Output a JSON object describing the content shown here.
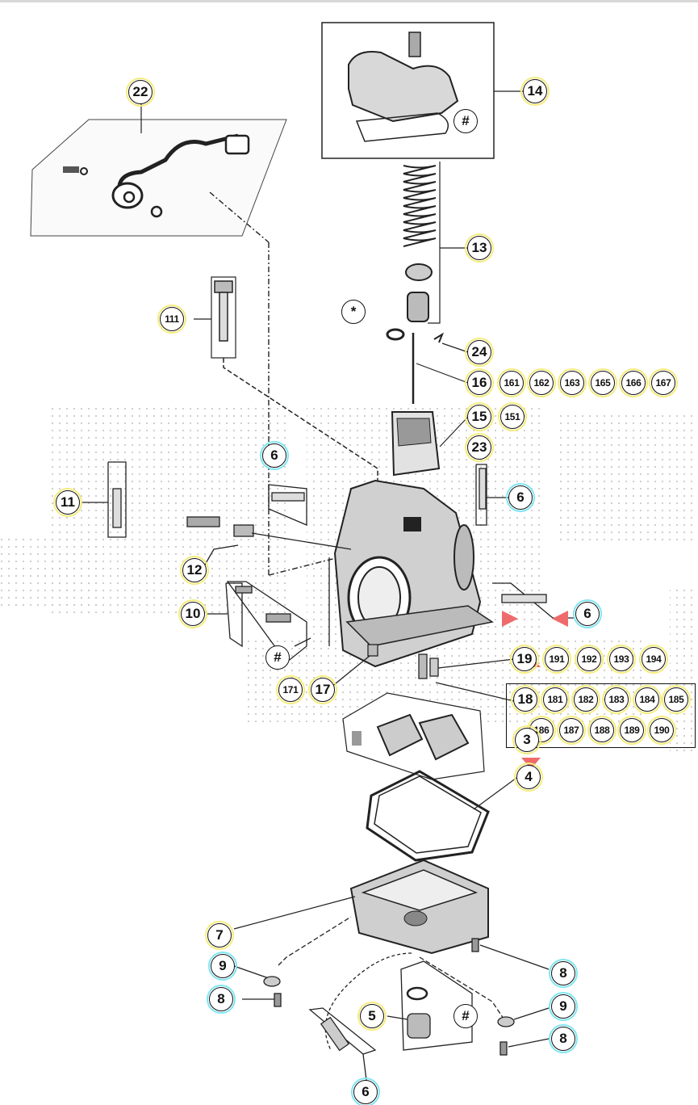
{
  "diagram": {
    "colors": {
      "highlight_yellow": "#f5ec7c",
      "highlight_cyan": "#7fe6f2",
      "marker_red": "#ef6b6b",
      "line": "#222222",
      "dot_pattern": "#c8c8c8"
    },
    "labels": [
      {
        "key": "22",
        "text": "22",
        "highlight": "yellow"
      },
      {
        "key": "14",
        "text": "14",
        "highlight": "yellow"
      },
      {
        "key": "hash_top",
        "text": "#",
        "highlight": "none"
      },
      {
        "key": "13",
        "text": "13",
        "highlight": "yellow"
      },
      {
        "key": "111",
        "text": "111",
        "highlight": "yellow"
      },
      {
        "key": "star",
        "text": "*",
        "highlight": "none"
      },
      {
        "key": "24",
        "text": "24",
        "highlight": "yellow"
      },
      {
        "key": "16",
        "text": "16",
        "highlight": "yellow"
      },
      {
        "key": "161",
        "text": "161",
        "highlight": "yellow"
      },
      {
        "key": "162",
        "text": "162",
        "highlight": "yellow"
      },
      {
        "key": "163",
        "text": "163",
        "highlight": "yellow"
      },
      {
        "key": "165",
        "text": "165",
        "highlight": "yellow"
      },
      {
        "key": "166",
        "text": "166",
        "highlight": "yellow"
      },
      {
        "key": "167",
        "text": "167",
        "highlight": "yellow"
      },
      {
        "key": "15",
        "text": "15",
        "highlight": "yellow"
      },
      {
        "key": "151",
        "text": "151",
        "highlight": "yellow"
      },
      {
        "key": "23",
        "text": "23",
        "highlight": "yellow"
      },
      {
        "key": "6_a",
        "text": "6",
        "highlight": "cyan"
      },
      {
        "key": "6_b",
        "text": "6",
        "highlight": "cyan"
      },
      {
        "key": "11",
        "text": "11",
        "highlight": "yellow"
      },
      {
        "key": "12",
        "text": "12",
        "highlight": "yellow"
      },
      {
        "key": "10",
        "text": "10",
        "highlight": "yellow"
      },
      {
        "key": "6_c",
        "text": "6",
        "highlight": "cyan"
      },
      {
        "key": "hash_mid",
        "text": "#",
        "highlight": "none"
      },
      {
        "key": "19",
        "text": "19",
        "highlight": "yellow"
      },
      {
        "key": "191",
        "text": "191",
        "highlight": "yellow"
      },
      {
        "key": "192",
        "text": "192",
        "highlight": "yellow"
      },
      {
        "key": "193",
        "text": "193",
        "highlight": "yellow"
      },
      {
        "key": "194",
        "text": "194",
        "highlight": "yellow"
      },
      {
        "key": "171",
        "text": "171",
        "highlight": "yellow"
      },
      {
        "key": "17",
        "text": "17",
        "highlight": "yellow"
      },
      {
        "key": "18",
        "text": "18",
        "highlight": "yellow"
      },
      {
        "key": "181",
        "text": "181",
        "highlight": "yellow"
      },
      {
        "key": "182",
        "text": "182",
        "highlight": "yellow"
      },
      {
        "key": "183",
        "text": "183",
        "highlight": "yellow"
      },
      {
        "key": "184",
        "text": "184",
        "highlight": "yellow"
      },
      {
        "key": "185",
        "text": "185",
        "highlight": "yellow"
      },
      {
        "key": "186",
        "text": "186",
        "highlight": "yellow"
      },
      {
        "key": "187",
        "text": "187",
        "highlight": "yellow"
      },
      {
        "key": "188",
        "text": "188",
        "highlight": "yellow"
      },
      {
        "key": "189",
        "text": "189",
        "highlight": "yellow"
      },
      {
        "key": "190",
        "text": "190",
        "highlight": "yellow"
      },
      {
        "key": "3",
        "text": "3",
        "highlight": "yellow"
      },
      {
        "key": "4",
        "text": "4",
        "highlight": "yellow"
      },
      {
        "key": "7",
        "text": "7",
        "highlight": "yellow"
      },
      {
        "key": "8_a",
        "text": "8",
        "highlight": "cyan"
      },
      {
        "key": "9_a",
        "text": "9",
        "highlight": "cyan"
      },
      {
        "key": "8_b",
        "text": "8",
        "highlight": "cyan"
      },
      {
        "key": "5",
        "text": "5",
        "highlight": "yellow"
      },
      {
        "key": "hash_bottom",
        "text": "#",
        "highlight": "none"
      },
      {
        "key": "9_b",
        "text": "9",
        "highlight": "cyan"
      },
      {
        "key": "8_c",
        "text": "8",
        "highlight": "cyan"
      },
      {
        "key": "6_d",
        "text": "6",
        "highlight": "cyan"
      }
    ]
  }
}
